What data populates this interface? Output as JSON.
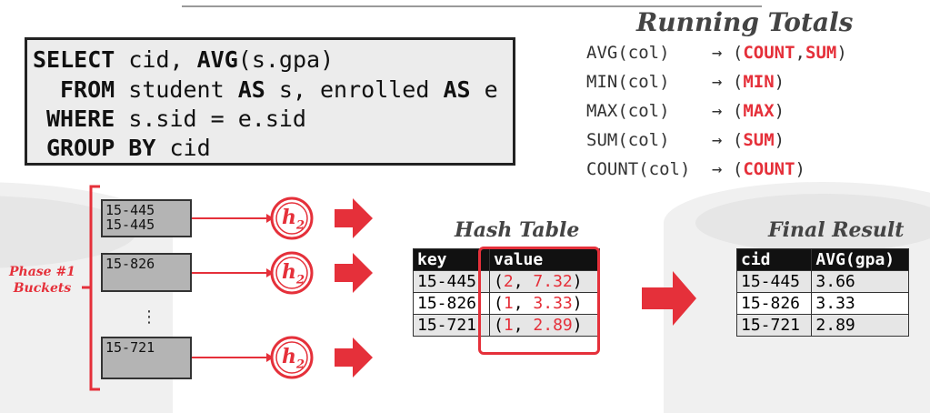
{
  "query": {
    "lines": [
      {
        "kw": "SELECT",
        "rest": " cid, ",
        "kw2": "AVG",
        "rest2": "(s.gpa)"
      },
      {
        "kw": "FROM",
        "rest": " student ",
        "kw2": "AS",
        "rest2": " s, enrolled ",
        "kw3": "AS",
        "rest3": " e"
      },
      {
        "kw": "WHERE",
        "rest": " s.sid = e.sid"
      },
      {
        "kw": "GROUP BY",
        "rest": " cid"
      }
    ]
  },
  "running_totals": {
    "title": "Running Totals",
    "rows": [
      {
        "fn": "AVG(col)",
        "arrow": "→",
        "open": " (",
        "parts": [
          "COUNT",
          ",",
          "SUM"
        ],
        "close": ")"
      },
      {
        "fn": "MIN(col)",
        "arrow": "→",
        "open": " (",
        "parts": [
          "MIN"
        ],
        "close": ")"
      },
      {
        "fn": "MAX(col)",
        "arrow": "→",
        "open": " (",
        "parts": [
          "MAX"
        ],
        "close": ")"
      },
      {
        "fn": "SUM(col)",
        "arrow": "→",
        "open": " (",
        "parts": [
          "SUM"
        ],
        "close": ")"
      },
      {
        "fn": "COUNT(col)",
        "arrow": "→",
        "open": " (",
        "parts": [
          "COUNT"
        ],
        "close": ")"
      }
    ]
  },
  "phase": {
    "label_line1": "Phase #1",
    "label_line2": "Buckets",
    "ellipsis": "⋮"
  },
  "buckets": [
    {
      "lines": [
        "15-445",
        "15-445"
      ]
    },
    {
      "lines": [
        "15-826"
      ]
    },
    {
      "lines": [
        "15-721"
      ]
    }
  ],
  "hash_fn": {
    "symbol": "h",
    "subscript": "2"
  },
  "hash_table": {
    "title": "Hash Table",
    "headers": [
      "key",
      "value"
    ],
    "rows": [
      {
        "key": "15-445",
        "count": "2",
        "sum": "7.32"
      },
      {
        "key": "15-826",
        "count": "1",
        "sum": "3.33"
      },
      {
        "key": "15-721",
        "count": "1",
        "sum": "2.89"
      }
    ]
  },
  "final_result": {
    "title": "Final Result",
    "headers": [
      "cid",
      "AVG(gpa)"
    ],
    "rows": [
      [
        "15-445",
        "3.66"
      ],
      [
        "15-826",
        "3.33"
      ],
      [
        "15-721",
        "2.89"
      ]
    ]
  },
  "colors": {
    "accent": "#e5303a",
    "bucket_fill": "#b4b4b4",
    "sql_fill": "#ececec"
  }
}
